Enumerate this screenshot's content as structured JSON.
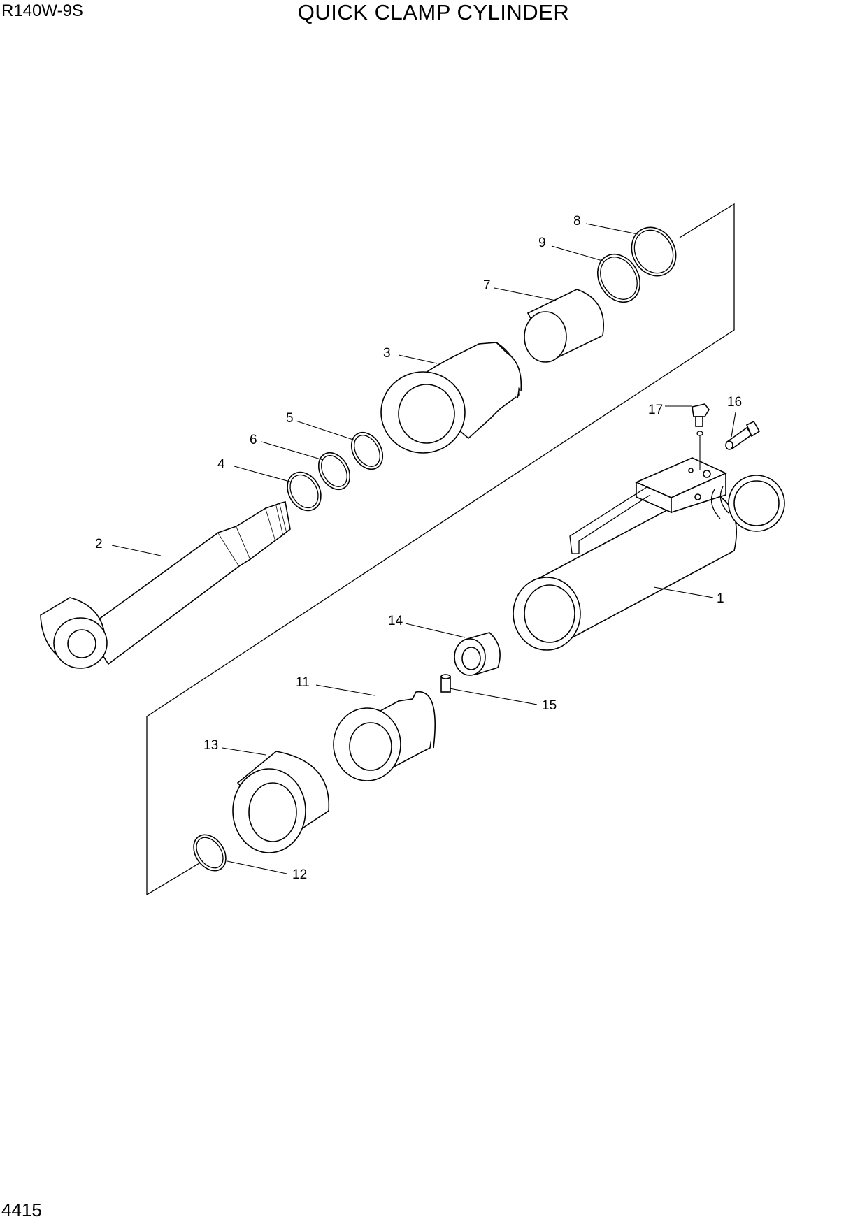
{
  "header": {
    "model": "R140W-9S",
    "title": "QUICK CLAMP CYLINDER"
  },
  "footer": {
    "page_number": "4415"
  },
  "callouts": {
    "c1": "1",
    "c2": "2",
    "c3": "3",
    "c4": "4",
    "c5": "5",
    "c6": "6",
    "c7": "7",
    "c8": "8",
    "c9": "9",
    "c11": "11",
    "c12": "12",
    "c13": "13",
    "c14": "14",
    "c15": "15",
    "c16": "16",
    "c17": "17"
  }
}
